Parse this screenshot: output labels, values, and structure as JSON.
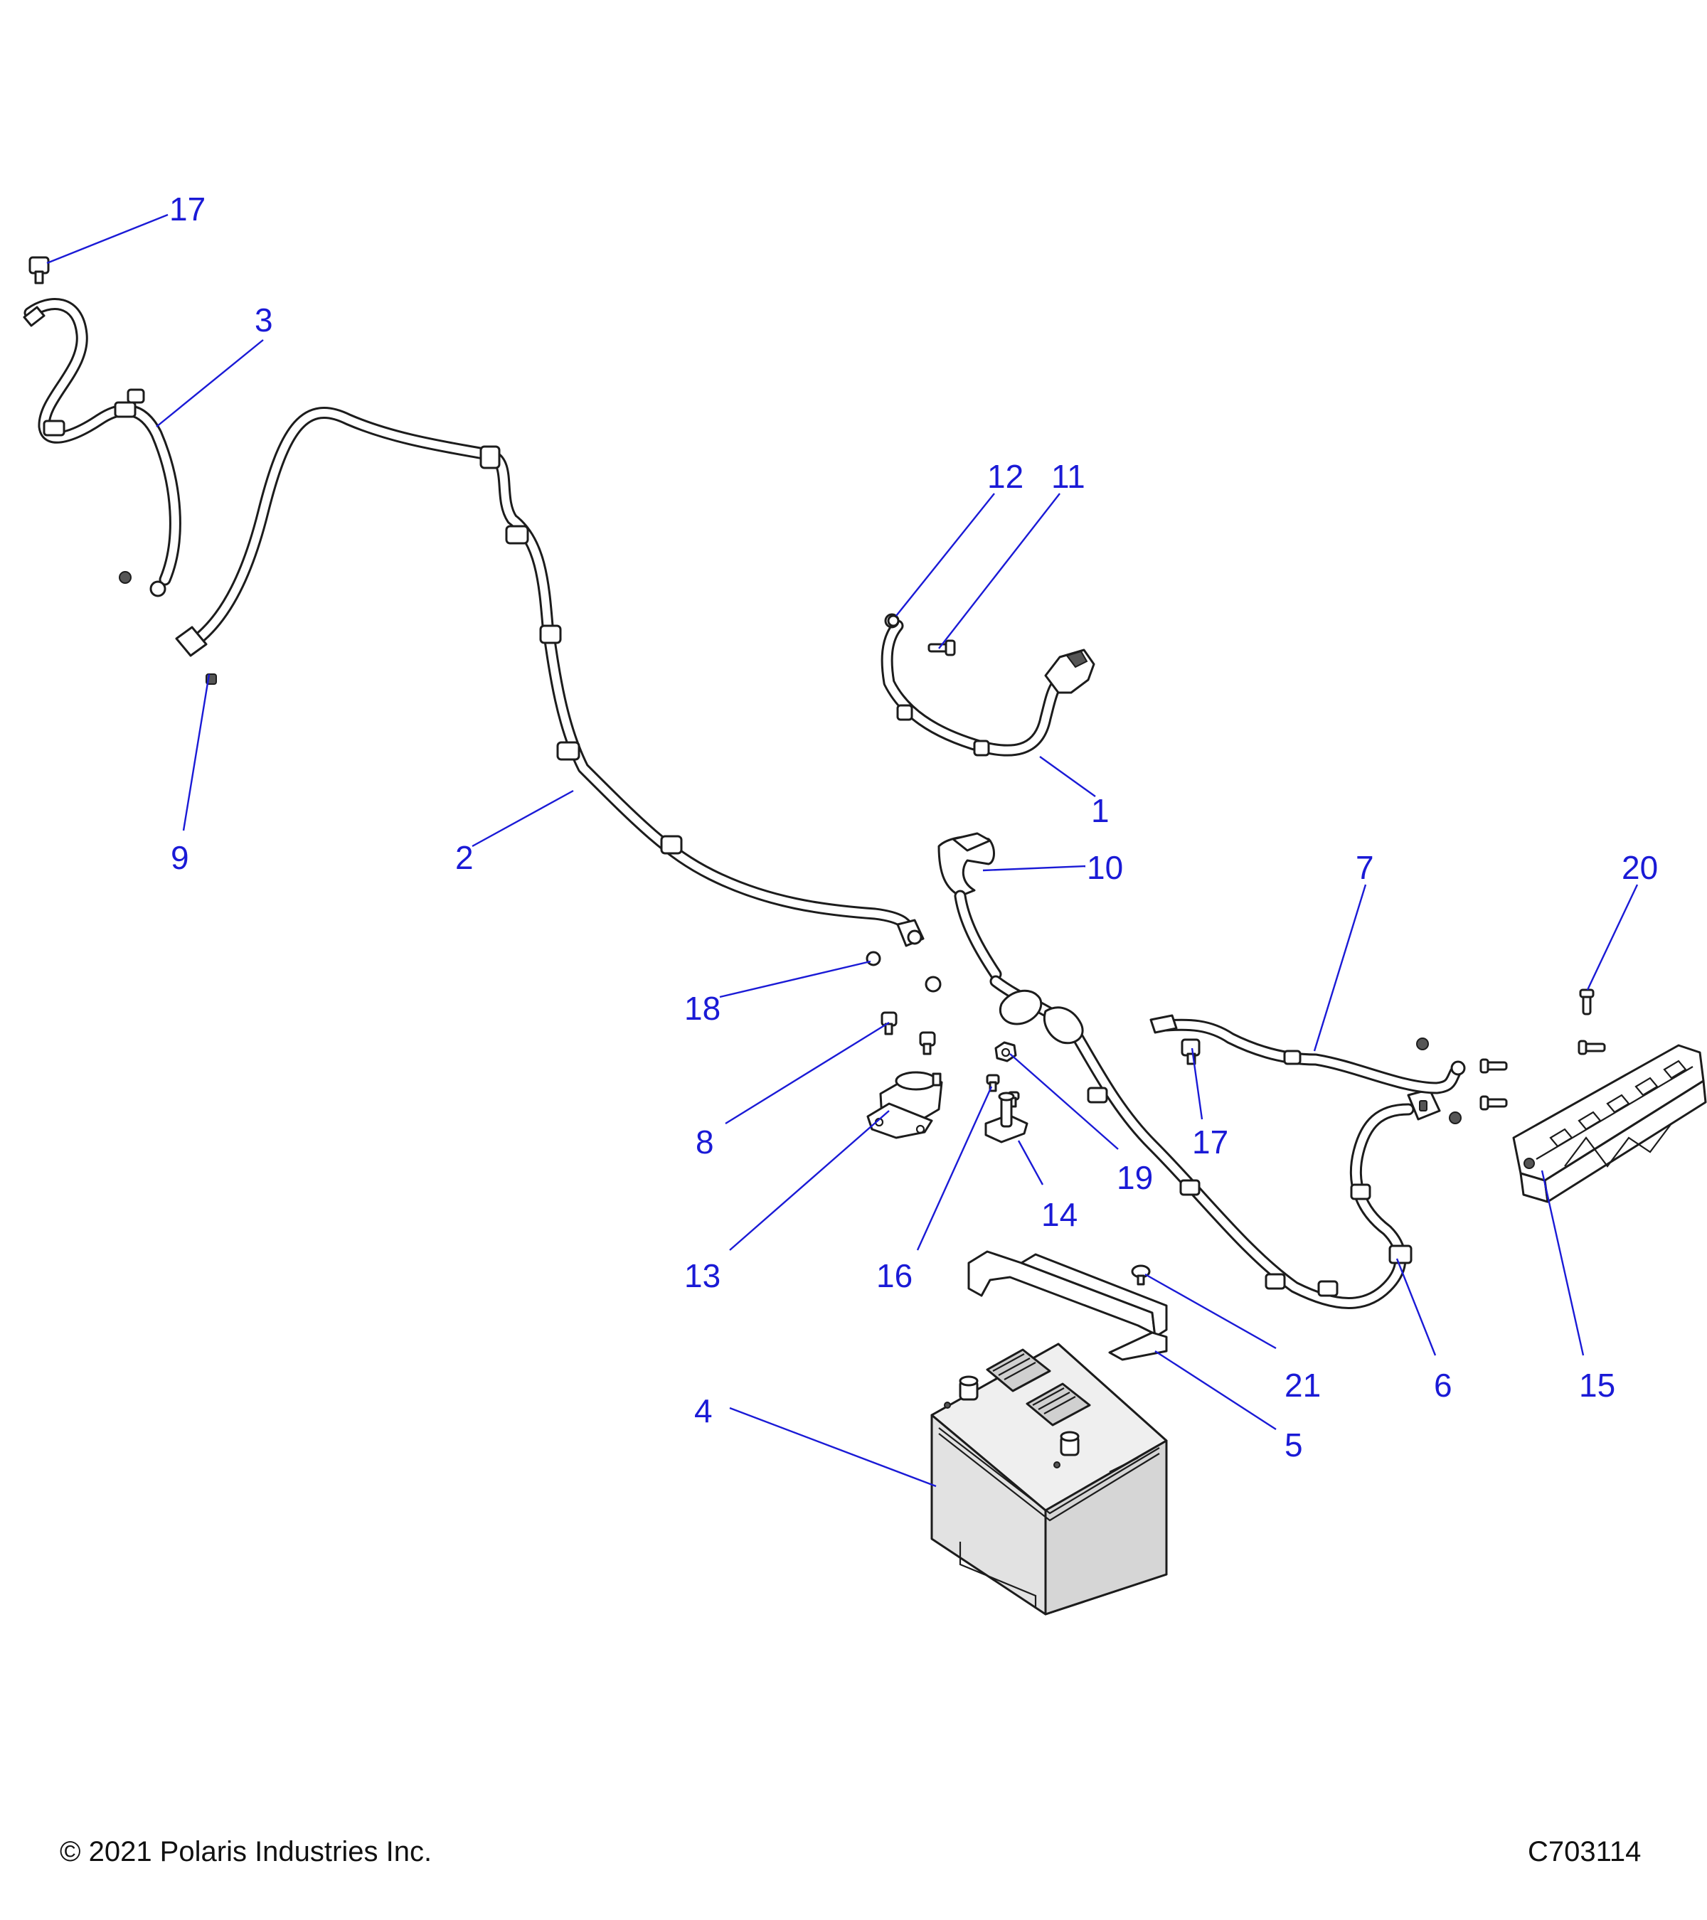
{
  "footer": {
    "copyright": "© 2021 Polaris Industries Inc.",
    "figure_id": "C703114"
  },
  "callouts": {
    "c17a": "17",
    "c3": "3",
    "c9": "9",
    "c2": "2",
    "c12": "12",
    "c11": "11",
    "c1": "1",
    "c10": "10",
    "c7": "7",
    "c20": "20",
    "c18": "18",
    "c8": "8",
    "c17b": "17",
    "c19": "19",
    "c14": "14",
    "c13": "13",
    "c16": "16",
    "c21": "21",
    "c6": "6",
    "c15": "15",
    "c4": "4",
    "c5": "5"
  },
  "colors": {
    "callout": "#1a1ad6",
    "line_art": "#1c1c1c",
    "battery_fill": "#e6e6e6"
  }
}
